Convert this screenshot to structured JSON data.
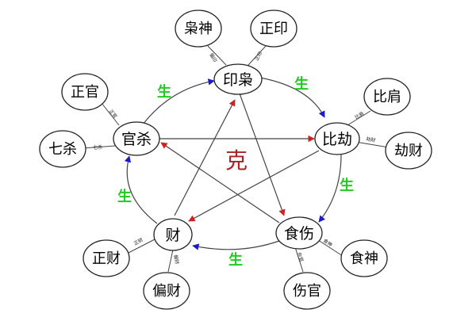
{
  "colors": {
    "sheng_text": "#22cc22",
    "ke_text": "#aa2222",
    "sheng_arrow": "#1a1acc",
    "ke_arrow": "#cc2222",
    "line": "#444444"
  },
  "nodes": {
    "yin": "印枭",
    "bi": "比劫",
    "shi": "食伤",
    "cai": "财",
    "guan": "官杀"
  },
  "satellites": {
    "xiao_shen": "枭神",
    "zheng_yin": "正印",
    "bi_jian": "比肩",
    "jie_cai": "劫财",
    "shi_shen": "食神",
    "shang_guan": "伤官",
    "zheng_cai": "正财",
    "pian_cai": "偏财",
    "zheng_guan": "正官",
    "qi_sha": "七杀"
  },
  "relation_labels": {
    "sheng": "生",
    "ke": "克"
  }
}
